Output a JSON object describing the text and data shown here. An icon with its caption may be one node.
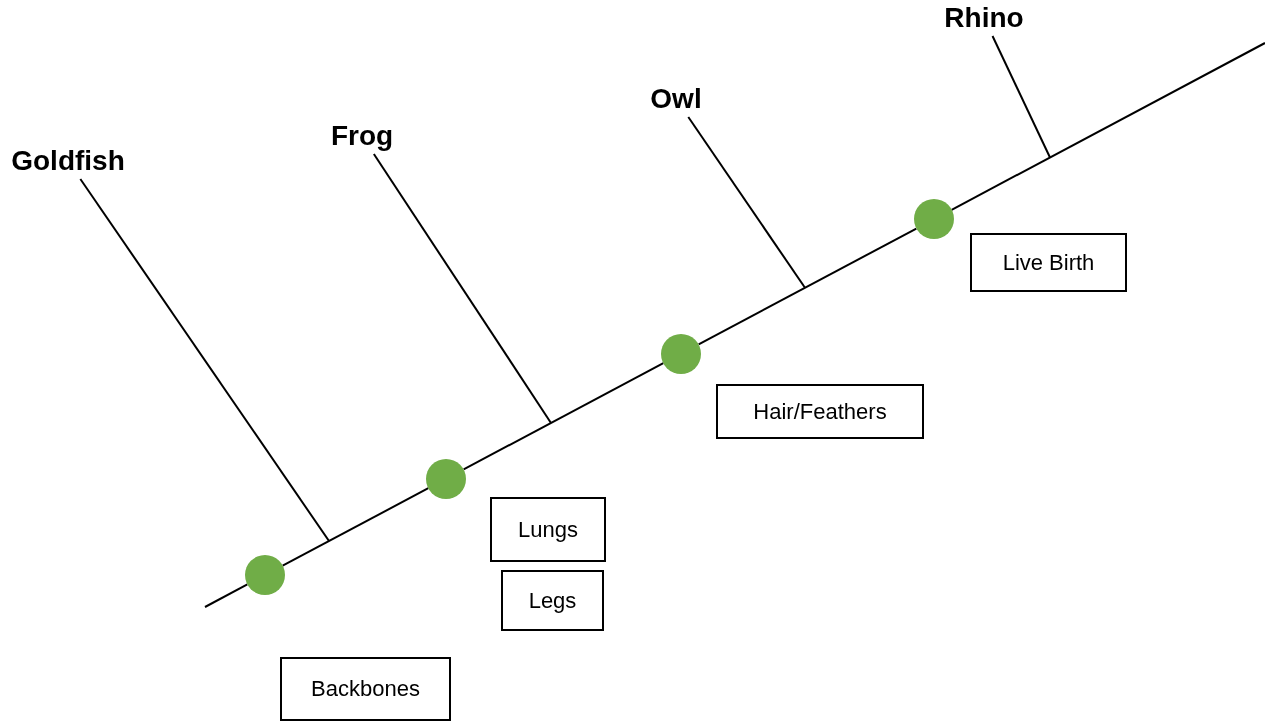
{
  "diagram": {
    "nodes": [
      {
        "text": [
          "Goldfish"
        ]
      },
      {
        "text": [
          "Frog"
        ]
      },
      {
        "text": [
          "Owl"
        ]
      },
      {
        "text": [
          "Rhino"
        ]
      },
      {
        "text": [],
        "shape": "circle"
      },
      {
        "text": [],
        "shape": "circle"
      },
      {
        "text": [],
        "shape": "circle"
      },
      {
        "text": [],
        "shape": "circle"
      },
      {
        "text": [
          "Live Birth"
        ]
      },
      {
        "text": [
          "Hair/Feathers"
        ]
      },
      {
        "text": [
          "Lungs"
        ]
      },
      {
        "text": [
          "Legs"
        ]
      },
      {
        "text": [
          "Backbones"
        ]
      }
    ],
    "edges": [
      {
        "from": null,
        "to": 4,
        "arrow": "none"
      },
      {
        "from": 4,
        "to": 5,
        "arrow": "none"
      },
      {
        "from": 5,
        "to": 6,
        "arrow": "none"
      },
      {
        "from": 6,
        "to": 7,
        "arrow": "none"
      },
      {
        "from": 7,
        "to": null,
        "arrow": "none"
      },
      {
        "from": 0,
        "to": null,
        "arrow": "none"
      },
      {
        "from": 1,
        "to": null,
        "arrow": "none"
      },
      {
        "from": 2,
        "to": null,
        "arrow": "none"
      },
      {
        "from": 3,
        "to": null,
        "arrow": "none"
      }
    ]
  }
}
